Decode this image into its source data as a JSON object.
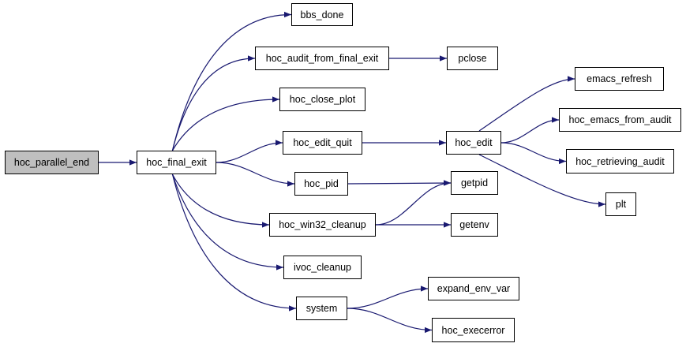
{
  "graph": {
    "edge_color": "#191970",
    "root_fill": "#bfbfbf",
    "nodes": {
      "hoc_parallel_end": "hoc_parallel_end",
      "hoc_final_exit": "hoc_final_exit",
      "bbs_done": "bbs_done",
      "hoc_audit_from_final_exit": "hoc_audit_from_final_exit",
      "pclose": "pclose",
      "hoc_close_plot": "hoc_close_plot",
      "hoc_edit_quit": "hoc_edit_quit",
      "hoc_edit": "hoc_edit",
      "emacs_refresh": "emacs_refresh",
      "hoc_emacs_from_audit": "hoc_emacs_from_audit",
      "hoc_retrieving_audit": "hoc_retrieving_audit",
      "plt": "plt",
      "hoc_pid": "hoc_pid",
      "getpid": "getpid",
      "hoc_win32_cleanup": "hoc_win32_cleanup",
      "getenv": "getenv",
      "ivoc_cleanup": "ivoc_cleanup",
      "system": "system",
      "expand_env_var": "expand_env_var",
      "hoc_execerror": "hoc_execerror"
    },
    "edges": [
      [
        "hoc_parallel_end",
        "hoc_final_exit"
      ],
      [
        "hoc_final_exit",
        "bbs_done"
      ],
      [
        "hoc_final_exit",
        "hoc_audit_from_final_exit"
      ],
      [
        "hoc_final_exit",
        "hoc_close_plot"
      ],
      [
        "hoc_final_exit",
        "hoc_edit_quit"
      ],
      [
        "hoc_final_exit",
        "hoc_pid"
      ],
      [
        "hoc_final_exit",
        "hoc_win32_cleanup"
      ],
      [
        "hoc_final_exit",
        "ivoc_cleanup"
      ],
      [
        "hoc_final_exit",
        "system"
      ],
      [
        "hoc_audit_from_final_exit",
        "pclose"
      ],
      [
        "hoc_edit_quit",
        "hoc_edit"
      ],
      [
        "hoc_edit",
        "emacs_refresh"
      ],
      [
        "hoc_edit",
        "hoc_emacs_from_audit"
      ],
      [
        "hoc_edit",
        "hoc_retrieving_audit"
      ],
      [
        "hoc_edit",
        "plt"
      ],
      [
        "hoc_pid",
        "getpid"
      ],
      [
        "hoc_win32_cleanup",
        "getpid"
      ],
      [
        "hoc_win32_cleanup",
        "getenv"
      ],
      [
        "system",
        "expand_env_var"
      ],
      [
        "system",
        "hoc_execerror"
      ]
    ]
  }
}
